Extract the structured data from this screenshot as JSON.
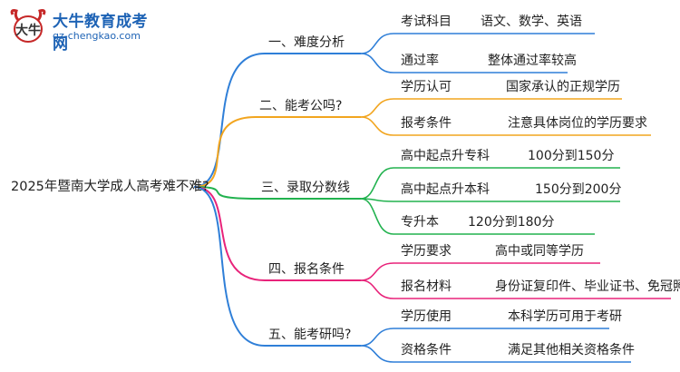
{
  "logo": {
    "name": "大牛教育成考网",
    "url": "gz-chengkao.com",
    "emblem_text": "大牛"
  },
  "root": "2025年暨南大学成人高考难不难?",
  "branches": [
    {
      "label": "一、难度分析",
      "color": "#2f7fd8",
      "items": [
        {
          "key": "考试科目",
          "value": "语文、数学、英语"
        },
        {
          "key": "通过率",
          "value": "整体通过率较高"
        }
      ]
    },
    {
      "label": "二、能考公吗?",
      "color": "#f2a51f",
      "items": [
        {
          "key": "学历认可",
          "value": "国家承认的正规学历"
        },
        {
          "key": "报考条件",
          "value": "注意具体岗位的学历要求"
        }
      ]
    },
    {
      "label": "三、录取分数线",
      "color": "#22b24f",
      "items": [
        {
          "key": "高中起点升专科",
          "value": "100分到150分"
        },
        {
          "key": "高中起点升本科",
          "value": "150分到200分"
        },
        {
          "key": "专升本",
          "value": "120分到180分"
        }
      ]
    },
    {
      "label": "四、报名条件",
      "color": "#e8237a",
      "items": [
        {
          "key": "学历要求",
          "value": "高中或同等学历"
        },
        {
          "key": "报名材料",
          "value": "身份证复印件、毕业证书、免冠照片"
        }
      ]
    },
    {
      "label": "五、能考研吗?",
      "color": "#2f7fd8",
      "items": [
        {
          "key": "学历使用",
          "value": "本科学历可用于考研"
        },
        {
          "key": "资格条件",
          "value": "满足其他相关资格条件"
        }
      ]
    }
  ]
}
